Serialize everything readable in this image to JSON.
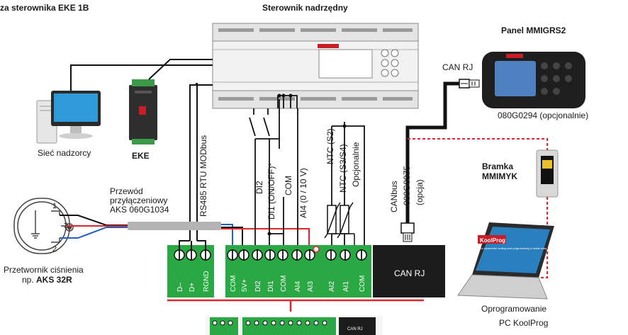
{
  "header": {
    "title_fragment": "za sterownika EKE 1B",
    "master_controller": "Sterownik nadrzędny"
  },
  "devices": {
    "network": "Sieć nadzorcy",
    "eke": "EKE",
    "panel_title": "Panel MMIGRS2",
    "panel_can": "CAN RJ",
    "panel_part": "080G0294 (opcjonalnie)",
    "gateway_line1": "Bramka",
    "gateway_line2": "MMIMYK",
    "software_line1": "Oprogramowanie",
    "software_line2": "PC KoolProg",
    "transducer_line1": "Przetwornik ciśnienia",
    "transducer_prefix": "np. ",
    "transducer_model": "AKS 32R",
    "koolprog_title": "KoolProg",
    "koolprog_tagline": "Your parameter setting and programming is made easy"
  },
  "cable": {
    "line1": "Przewód",
    "line2": "przyłączeniowy",
    "line3": "AKS 060G1034"
  },
  "sensor_pins": [
    "1",
    "3",
    "2"
  ],
  "vertical_labels": {
    "rs485": "RS485 RTU MODbus",
    "di2": "DI2",
    "di1": "DI1 (ON/OFF)*",
    "com": "COM",
    "ai4": "AI4 (0 / 10 V)",
    "ntc_s2": "NTC (S2)",
    "ntc_s3s4": "NTC (S3/S4)",
    "optional": "Opcjonalnie",
    "canbus": "CANbus",
    "canbus_part": "080G0075",
    "canbus_option": "(opcja)"
  },
  "terminals": {
    "left": [
      "D–",
      "D+",
      "RGND"
    ],
    "main": [
      "COM",
      "5V+",
      "DI2",
      "DI1",
      "COM",
      "AI4",
      "AI3",
      "AI2",
      "AI1",
      "COM"
    ]
  },
  "can_box": "CAN RJ",
  "colors": {
    "terminal_green": "#2aa843",
    "wire_red": "#e0262c",
    "wire_blue": "#2060c0",
    "cable_gray": "#b4b4b4",
    "box_dark": "#1c1c1c"
  }
}
